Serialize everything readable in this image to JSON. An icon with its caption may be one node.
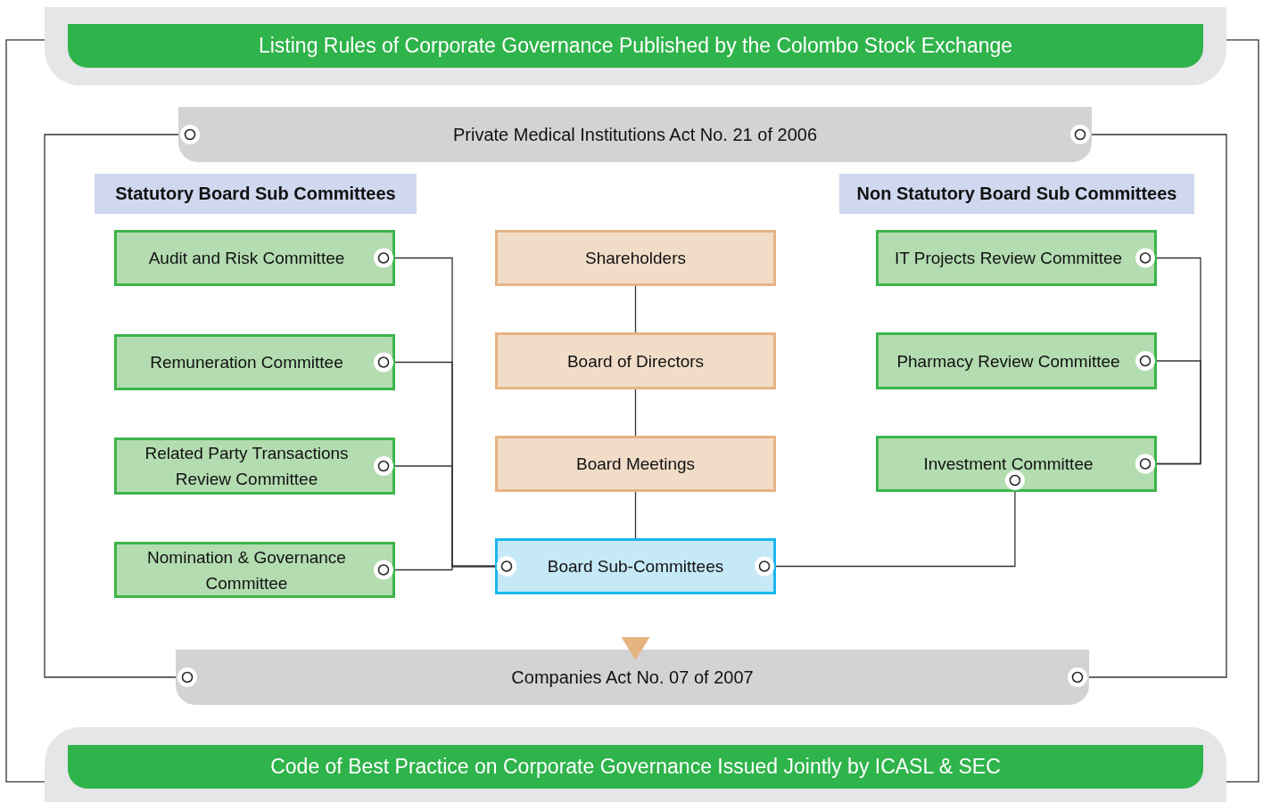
{
  "diagram": {
    "nodes": [
      {
        "text": [
          "Listing Rules of Corporate Governance Published by the Colombo Stock Exchange"
        ]
      },
      {
        "text": [
          "Code of Best Practice on Corporate Governance Issued Jointly by ICASL & SEC"
        ]
      },
      {
        "text": [
          "Private Medical Institutions Act No. 21 of 2006"
        ]
      },
      {
        "text": [
          "Companies Act No. 07 of 2007"
        ]
      },
      {
        "text": [
          "Statutory Board Sub Committees"
        ]
      },
      {
        "text": [
          "Non Statutory Board Sub Committees"
        ]
      },
      {
        "text": [
          "Audit and Risk Committee"
        ]
      },
      {
        "text": [
          "Remuneration Committee"
        ]
      },
      {
        "text": [
          "Related Party Transactions Review Committee"
        ]
      },
      {
        "text": [
          "Nomination & Governance Committee"
        ]
      },
      {
        "text": [
          "Shareholders"
        ]
      },
      {
        "text": [
          "Board of Directors"
        ]
      },
      {
        "text": [
          "Board Meetings"
        ]
      },
      {
        "text": [
          "Board Sub-Committees"
        ]
      },
      {
        "text": [
          "IT Projects Review Committee"
        ]
      },
      {
        "text": [
          "Pharmacy Review Committee"
        ]
      },
      {
        "text": [
          "Investment Committee"
        ]
      }
    ],
    "edges": [
      {
        "from": 0,
        "to": 1,
        "arrow": "none"
      },
      {
        "from": 0,
        "to": 1,
        "arrow": "none"
      },
      {
        "from": 2,
        "to": 3,
        "arrow": "other"
      },
      {
        "from": 2,
        "to": 3,
        "arrow": "other"
      },
      {
        "from": 10,
        "to": 11,
        "arrow": "none"
      },
      {
        "from": 11,
        "to": 12,
        "arrow": "none"
      },
      {
        "from": 12,
        "to": 13,
        "arrow": "none"
      },
      {
        "from": 6,
        "to": 13,
        "arrow": "other"
      },
      {
        "from": 7,
        "to": 13,
        "arrow": "other"
      },
      {
        "from": 8,
        "to": 13,
        "arrow": "other"
      },
      {
        "from": 9,
        "to": 13,
        "arrow": "other"
      },
      {
        "from": 14,
        "to": 16,
        "arrow": "other"
      },
      {
        "from": 15,
        "to": 16,
        "arrow": "other"
      },
      {
        "from": 16,
        "to": 13,
        "arrow": "other"
      },
      {
        "from": 13,
        "to": 3,
        "arrow": "to",
        "color": "#e6b383"
      }
    ]
  }
}
